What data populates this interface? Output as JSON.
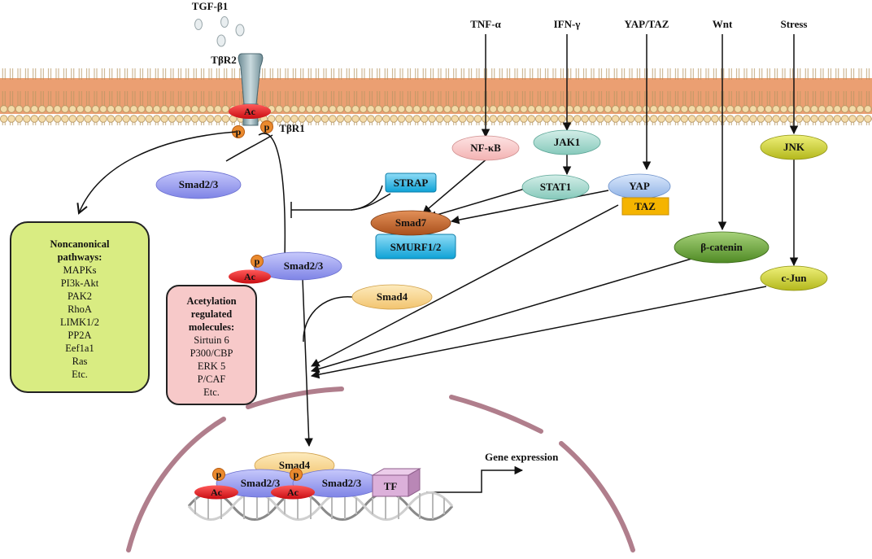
{
  "ligands": {
    "tgfb1": "TGF-β1",
    "tnfa": "TNF-α",
    "ifng": "IFN-γ",
    "yaptaz": "YAP/TAZ",
    "wnt": "Wnt",
    "stress": "Stress"
  },
  "receptors": {
    "tbr2": "TβR2",
    "tbr1": "TβR1",
    "ac": "Ac",
    "p": "p"
  },
  "nodes": {
    "smad23_free": "Smad2/3",
    "nfkb": "NF-κB",
    "jak1": "JAK1",
    "stat1": "STAT1",
    "strap": "STRAP",
    "smad7": "Smad7",
    "smurf": "SMURF1/2",
    "yap": "YAP",
    "taz": "TAZ",
    "jnk": "JNK",
    "bcatenin": "β-catenin",
    "cjun": "c-Jun",
    "smad23_acp": "Smad2/3",
    "smad4": "Smad4"
  },
  "noncanonical": {
    "header": "Noncanonical pathways:",
    "items": [
      "MAPKs",
      "PI3k-Akt",
      "PAK2",
      "RhoA",
      "LIMK1/2",
      "PP2A",
      "Eef1a1",
      "Ras",
      "Etc."
    ]
  },
  "acetylation": {
    "header": "Acetylation regulated molecules:",
    "items": [
      "Sirtuin 6",
      "P300/CBP",
      "ERK 5",
      "P/CAF",
      "Etc."
    ]
  },
  "nucleus": {
    "smad4": "Smad4",
    "smad23_left": "Smad2/3",
    "smad23_right": "Smad2/3",
    "tf": "TF",
    "ac_left": "Ac",
    "ac_right": "Ac",
    "p_left": "p",
    "p_right": "p",
    "gene_expression": "Gene expression"
  },
  "colors": {
    "membrane_head": "#f2d9a6",
    "membrane_tail": "#e89a6a",
    "smad23": "#9a9ef0",
    "smad4": "#f7d48c",
    "nfkb": "#f9c9c9",
    "jak_stat": "#a9dcd2",
    "strap_smurf": "#29b6e6",
    "smad7": "#c8662a",
    "yap": "#a8c4ee",
    "taz": "#f5b400",
    "jnk_cjun": "#cfd32a",
    "bcatenin": "#6fa63a",
    "acetyl": "#e0141b",
    "phospho": "#e98a2a",
    "noncanonical_fill": "#d9ec82",
    "acetylation_fill": "#f7c9c9",
    "tf": "#d9a9d6",
    "nuclear_envelope": "#b07888"
  }
}
